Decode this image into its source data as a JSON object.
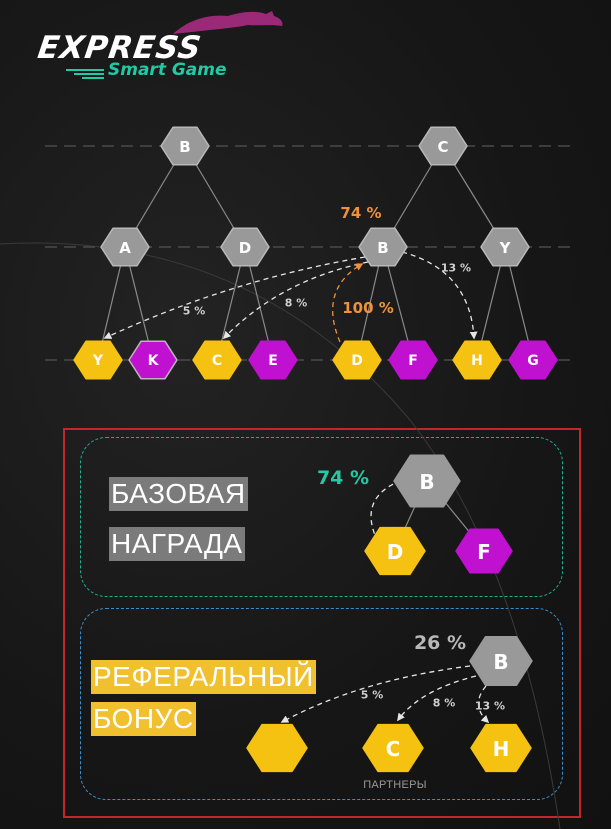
{
  "logo": {
    "brand": "EXPRESS",
    "sub": "Smart Game"
  },
  "tree": {
    "top_nodes": [
      "B",
      "C"
    ],
    "mid_nodes": [
      "A",
      "D",
      "B",
      "Y"
    ],
    "leaf_nodes": [
      "Y",
      "K",
      "C",
      "E",
      "D",
      "F",
      "H",
      "G"
    ],
    "pct_74": "74 %",
    "pct_100": "100 %",
    "pct_13": "13 %",
    "pct_8": "8 %",
    "pct_5": "5 %"
  },
  "base_reward": {
    "title_line1": "БАЗОВАЯ",
    "title_line2": "НАГРАДА",
    "pct": "74 %",
    "node_top": "B",
    "node_left": "D",
    "node_right": "F"
  },
  "referral_bonus": {
    "title_line1": "РЕФЕРАЛЬНЫЙ",
    "title_line2": "БОНУС",
    "pct": "26 %",
    "node_top": "B",
    "node_left": "",
    "node_mid": "C",
    "node_right": "H",
    "pct_5": "5 %",
    "pct_8": "8 %",
    "pct_13": "13 %",
    "partners_label": "ПАРТНЕРЫ"
  },
  "colors": {
    "gray_hex": "#999999",
    "gray_stroke": "#b8b8b8",
    "yellow_hex": "#f5c212",
    "magenta_hex": "#c010d0",
    "orange_accent": "#f0913c",
    "teal_accent": "#22c9a4",
    "frame_red": "#c4262e"
  }
}
